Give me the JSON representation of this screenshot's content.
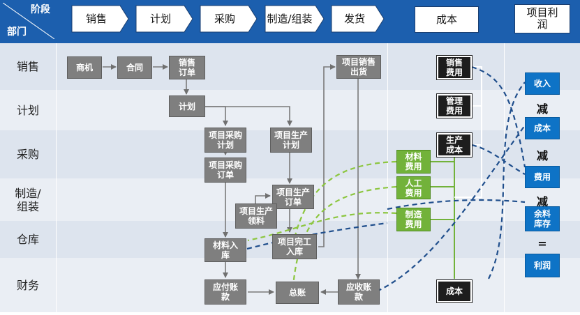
{
  "header": {
    "corner_top": "阶段",
    "corner_bottom": "部门",
    "stages": [
      "销售",
      "计划",
      "采购",
      "制造/组装",
      "发货"
    ],
    "cost": "成本",
    "profit": "项目利润"
  },
  "lanes": [
    "销售",
    "计划",
    "采购",
    "制造/组装",
    "仓库",
    "财务"
  ],
  "process": {
    "opportunity": "商机",
    "contract": "合同",
    "sales_order": "销售订单",
    "plan": "计划",
    "purchase_plan": "项目采购计划",
    "purchase_order": "项目采购订单",
    "production_plan": "项目生产计划",
    "production_order": "项目生产订单",
    "production_pick": "项目生产领料",
    "material_in": "材料入库",
    "finished_in": "项目完工入库",
    "sales_out": "项目销售出货",
    "payable": "应付账款",
    "ledger": "总账",
    "receivable": "应收账款"
  },
  "cost": {
    "sales_expense": "销售费用",
    "admin_expense": "管理费用",
    "production_cost": "生产成本",
    "material": "材料费用",
    "labor": "人工费用",
    "manufacturing": "制造费用",
    "cost": "成本"
  },
  "profit": {
    "revenue": "收入",
    "minus1": "减",
    "cost": "成本",
    "minus2": "减",
    "expense": "费用",
    "minus3": "减",
    "inventory": "余料库存",
    "equals": "=",
    "profit": "利润"
  },
  "colors": {
    "header": "#1c5fae",
    "process": "#7f7f7f",
    "cost": "#1d1d1d",
    "cost_item": "#72b23a",
    "profit": "#0e73c6",
    "dashed_blue": "#1f4e8c",
    "dashed_green": "#8cc63f"
  }
}
